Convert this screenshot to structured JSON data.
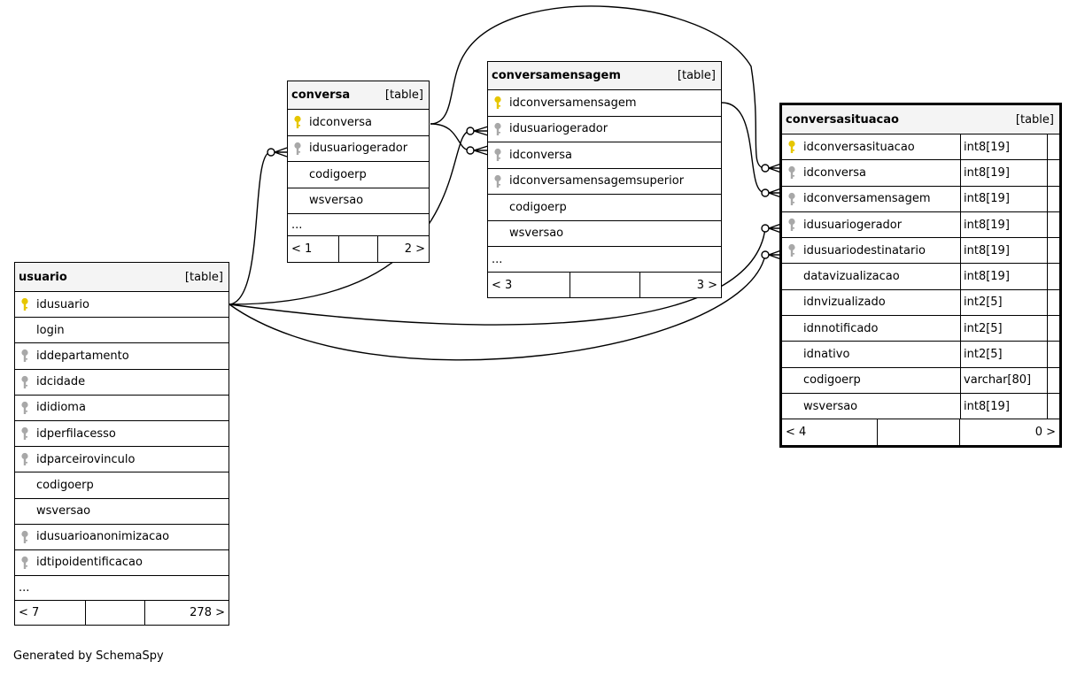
{
  "generated_by": "Generated by SchemaSpy",
  "tables": {
    "conversa": {
      "name": "conversa",
      "kind": "[table]",
      "columns": [
        {
          "name": "idconversa",
          "key": "pk"
        },
        {
          "name": "idusuariogerador",
          "key": "fk"
        },
        {
          "name": "codigoerp",
          "key": ""
        },
        {
          "name": "wsversao",
          "key": ""
        }
      ],
      "more": "...",
      "footer": {
        "left": "< 1",
        "right": "2 >"
      }
    },
    "conversamensagem": {
      "name": "conversamensagem",
      "kind": "[table]",
      "columns": [
        {
          "name": "idconversamensagem",
          "key": "pk"
        },
        {
          "name": "idusuariogerador",
          "key": "fk"
        },
        {
          "name": "idconversa",
          "key": "fk"
        },
        {
          "name": "idconversamensagemsuperior",
          "key": "fk"
        },
        {
          "name": "codigoerp",
          "key": ""
        },
        {
          "name": "wsversao",
          "key": ""
        }
      ],
      "more": "...",
      "footer": {
        "left": "< 3",
        "right": "3 >"
      }
    },
    "usuario": {
      "name": "usuario",
      "kind": "[table]",
      "columns": [
        {
          "name": "idusuario",
          "key": "pk"
        },
        {
          "name": "login",
          "key": ""
        },
        {
          "name": "iddepartamento",
          "key": "fk"
        },
        {
          "name": "idcidade",
          "key": "fk"
        },
        {
          "name": "ididioma",
          "key": "fk"
        },
        {
          "name": "idperfilacesso",
          "key": "fk"
        },
        {
          "name": "idparceirovinculo",
          "key": "fk"
        },
        {
          "name": "codigoerp",
          "key": ""
        },
        {
          "name": "wsversao",
          "key": ""
        },
        {
          "name": "idusuarioanonimizacao",
          "key": "fk"
        },
        {
          "name": "idtipoidentificacao",
          "key": "fk"
        }
      ],
      "more": "...",
      "footer": {
        "left": "< 7",
        "right": "278 >"
      }
    },
    "conversasituacao": {
      "name": "conversasituacao",
      "kind": "[table]",
      "columns": [
        {
          "name": "idconversasituacao",
          "key": "pk",
          "type": "int8[19]"
        },
        {
          "name": "idconversa",
          "key": "fk",
          "type": "int8[19]"
        },
        {
          "name": "idconversamensagem",
          "key": "fk",
          "type": "int8[19]"
        },
        {
          "name": "idusuariogerador",
          "key": "fk",
          "type": "int8[19]"
        },
        {
          "name": "idusuariodestinatario",
          "key": "fk",
          "type": "int8[19]"
        },
        {
          "name": "datavizualizacao",
          "key": "",
          "type": "int8[19]"
        },
        {
          "name": "idnvizualizado",
          "key": "",
          "type": "int2[5]"
        },
        {
          "name": "idnnotificado",
          "key": "",
          "type": "int2[5]"
        },
        {
          "name": "idnativo",
          "key": "",
          "type": "int2[5]"
        },
        {
          "name": "codigoerp",
          "key": "",
          "type": "varchar[80]"
        },
        {
          "name": "wsversao",
          "key": "",
          "type": "int8[19]"
        }
      ],
      "footer": {
        "left": "< 4",
        "right": "0 >"
      }
    }
  },
  "colors": {
    "line": "#000000",
    "header_bg": "#f4f4f4",
    "pk_key": "#e6c600",
    "fk_key": "#a8a8a8"
  }
}
